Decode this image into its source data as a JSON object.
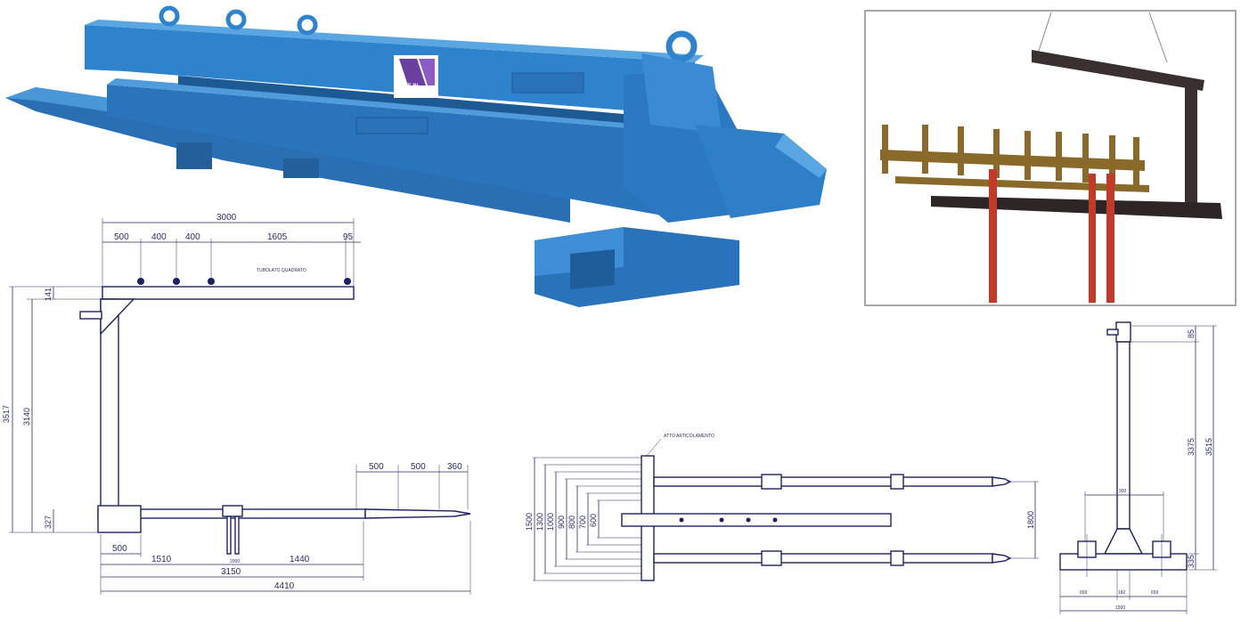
{
  "badge": {
    "line1": "MADE IN",
    "line2": "ITALY"
  },
  "side_view": {
    "top_dims": [
      "3000",
      "500",
      "400",
      "400",
      "1605",
      "95"
    ],
    "fork_dims": [
      "500",
      "500",
      "360"
    ],
    "bottom_dims": [
      "500",
      "1510",
      "3150",
      "1440",
      "4410"
    ],
    "left_dims": [
      "3517",
      "3140",
      "141",
      "327"
    ],
    "note": "TUBOLATO QUADRATO",
    "mid_label": "2000"
  },
  "top_view": {
    "note": "ATTO ARTICOLAMENTO",
    "left_dims": [
      "1500",
      "1300",
      "1000",
      "900",
      "800",
      "700",
      "600"
    ],
    "right_dim": "1800"
  },
  "front_view": {
    "inner_dim": "900",
    "right_dims": [
      "85",
      "3375",
      "3515",
      "335"
    ],
    "bottom_dims": [
      "659",
      "182",
      "659",
      "1500"
    ]
  },
  "colors": {
    "machine": "#2e7fc7",
    "drawing": "#2a2d6a",
    "frame": "#8a8a8a"
  }
}
